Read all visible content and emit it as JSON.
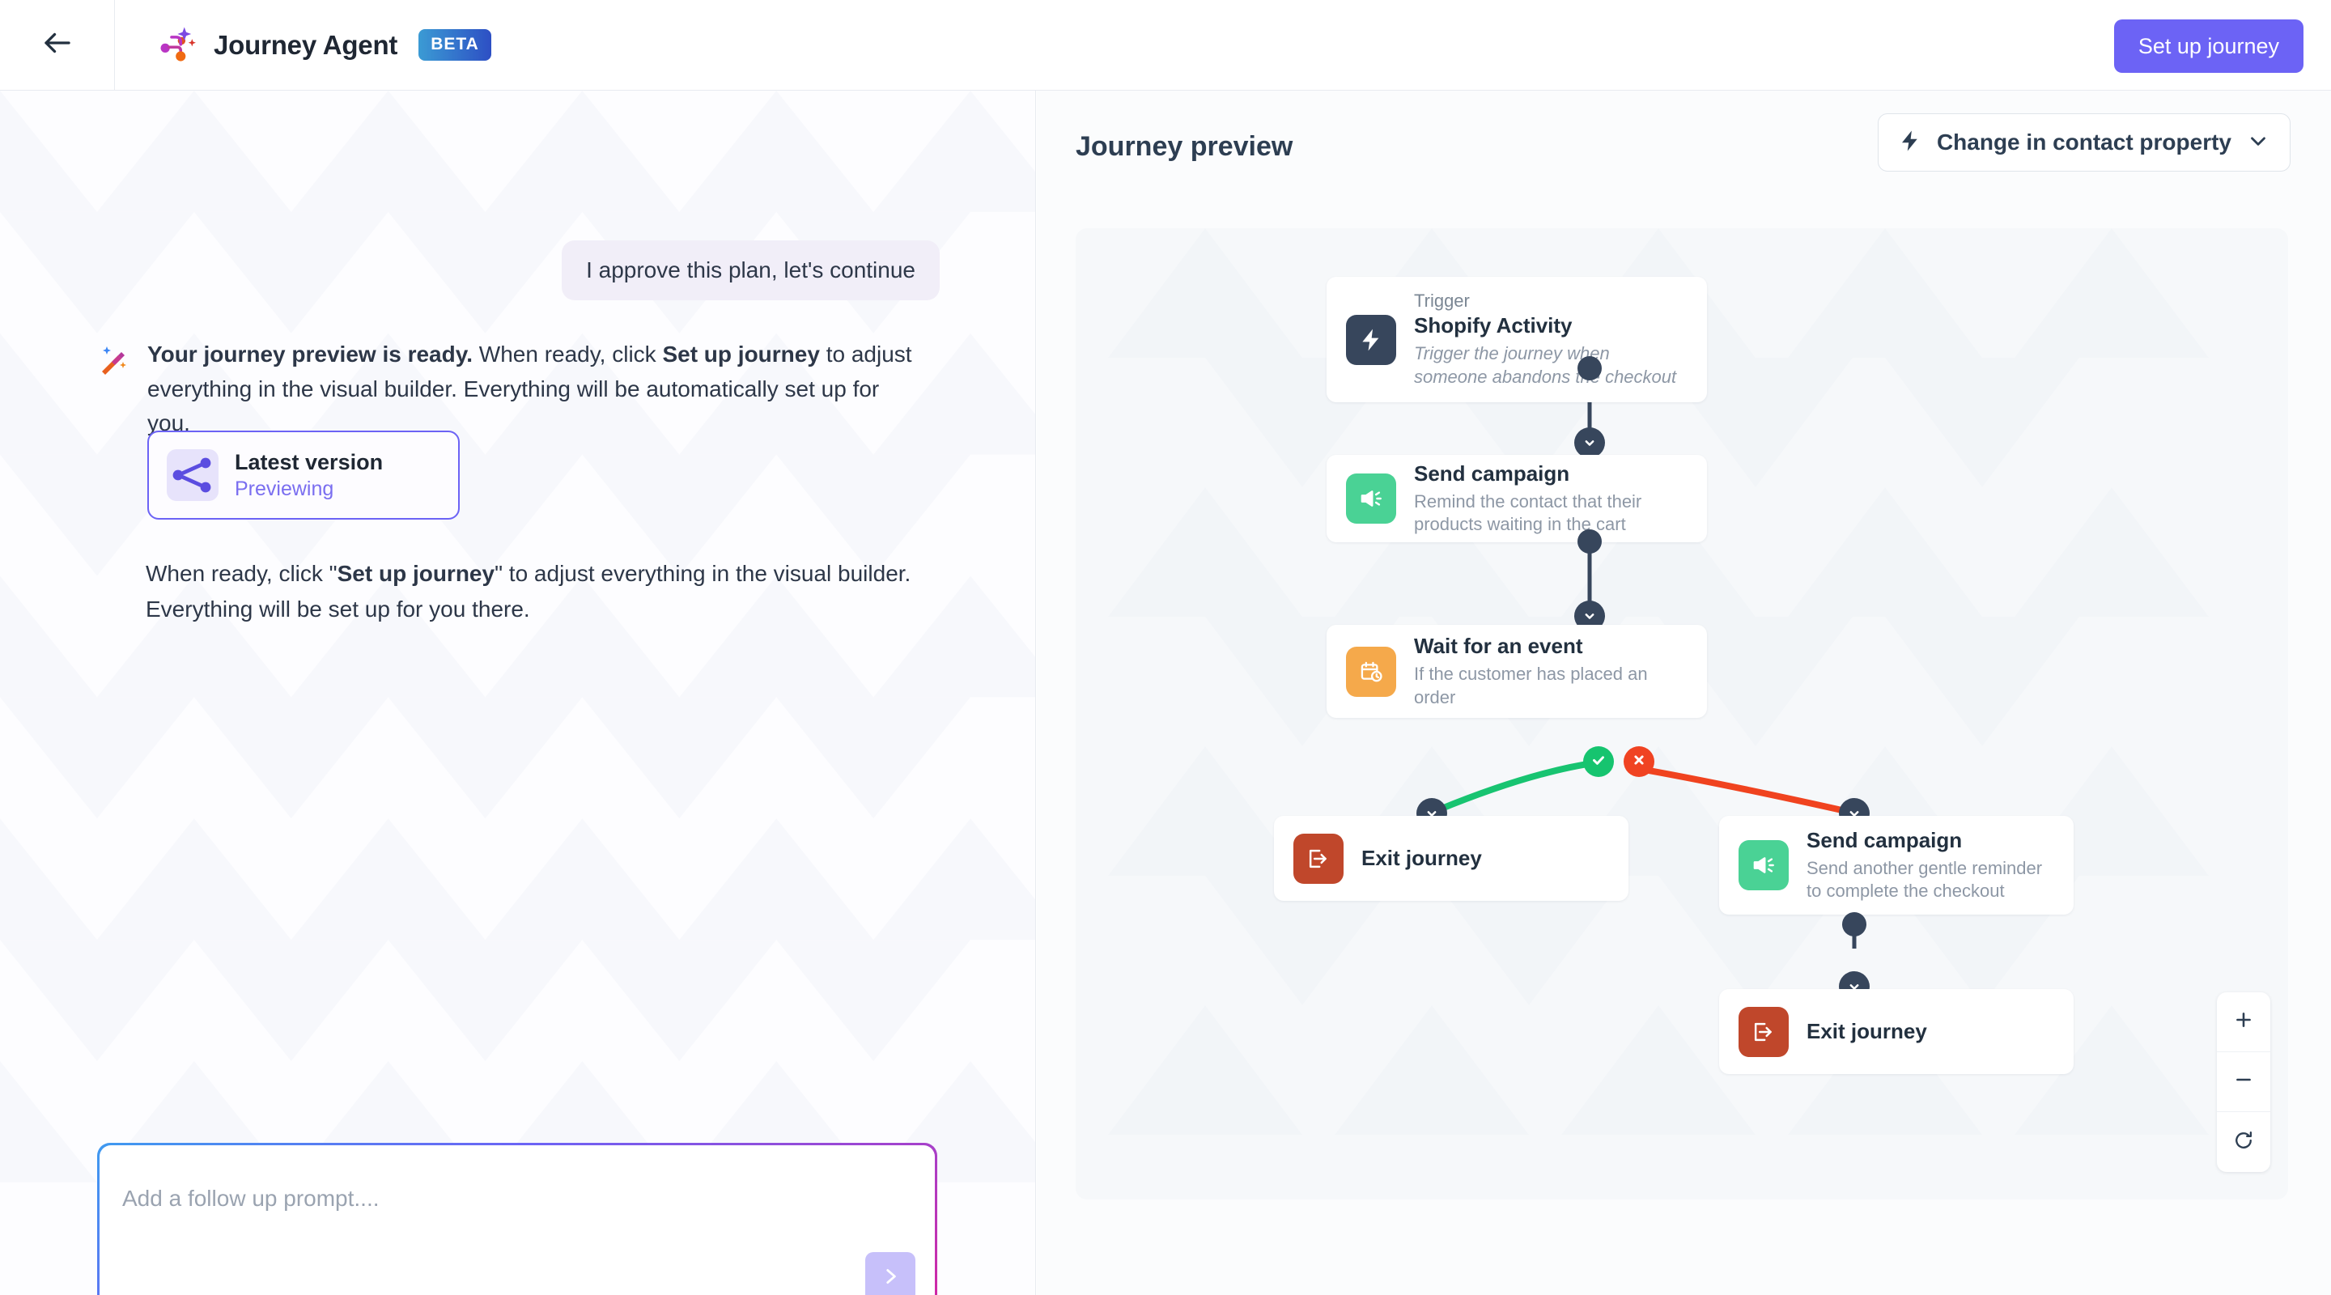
{
  "header": {
    "back_icon": "arrow-left-icon",
    "logo_icon": "journey-agent-logo-icon",
    "title": "Journey Agent",
    "badge": "BETA",
    "primary_button": "Set up journey"
  },
  "chat": {
    "user_message": "I approve this plan, let's continue",
    "assistant_icon": "magic-wand-icon",
    "assistant_message_bold": "Your journey preview is ready.",
    "assistant_message_rest": " When ready, click ",
    "assistant_message_bold2": "Set up journey",
    "assistant_message_rest2": " to adjust everything in the visual builder. Everything will be automatically set up for you.",
    "version_card": {
      "icon": "share-nodes-icon",
      "title": "Latest version",
      "subtitle": "Previewing"
    },
    "paragraph2_a": "When ready, click \"",
    "paragraph2_bold": "Set up journey",
    "paragraph2_b": "\" to adjust everything in the visual builder. Everything will be set up for you there.",
    "composer_placeholder": "Add a follow up prompt....",
    "send_icon": "chevron-right-icon"
  },
  "preview": {
    "title": "Journey preview",
    "trigger_select": {
      "icon": "lightning-bolt-icon",
      "label": "Change in contact property",
      "chevron": "chevron-down-icon"
    },
    "zoom_controls": {
      "zoom_in": "plus-icon",
      "zoom_out": "minus-icon",
      "reset": "reset-icon"
    }
  },
  "flow": {
    "nodes": [
      {
        "id": "trigger",
        "kicker": "Trigger",
        "title": "Shopify Activity",
        "desc": "Trigger the journey when someone abandons the checkout",
        "icon": "lightning-bolt-icon",
        "icon_color": "#37465c"
      },
      {
        "id": "send-campaign-1",
        "kicker": "",
        "title": "Send campaign",
        "desc": "Remind the contact that their products waiting in the cart",
        "icon": "megaphone-icon",
        "icon_color": "#4ad295"
      },
      {
        "id": "wait-for-event",
        "kicker": "",
        "title": "Wait for an event",
        "desc": "If the customer has placed an order",
        "icon": "calendar-clock-icon",
        "icon_color": "#f5a council"
      },
      {
        "id": "exit-journey-1",
        "kicker": "",
        "title": "Exit journey",
        "desc": "",
        "icon": "exit-icon",
        "icon_color": "#c0472b"
      },
      {
        "id": "send-campaign-2",
        "kicker": "",
        "title": "Send campaign",
        "desc": "Send another gentle reminder to complete the checkout",
        "icon": "megaphone-icon",
        "icon_color": "#4ad295"
      },
      {
        "id": "exit-journey-2",
        "kicker": "",
        "title": "Exit journey",
        "desc": "",
        "icon": "exit-icon",
        "icon_color": "#c0472b"
      }
    ],
    "branches": {
      "yes_badge": "check-icon",
      "no_badge": "close-icon",
      "yes_color": "#16c46f",
      "no_color": "#f04322"
    }
  },
  "colors": {
    "accent": "#6c63f5",
    "accent_light": "#c7c0fa",
    "green": "#4ad295",
    "orange": "#f5a councilb",
    "red": "#c0472b",
    "navy": "#37465c"
  }
}
